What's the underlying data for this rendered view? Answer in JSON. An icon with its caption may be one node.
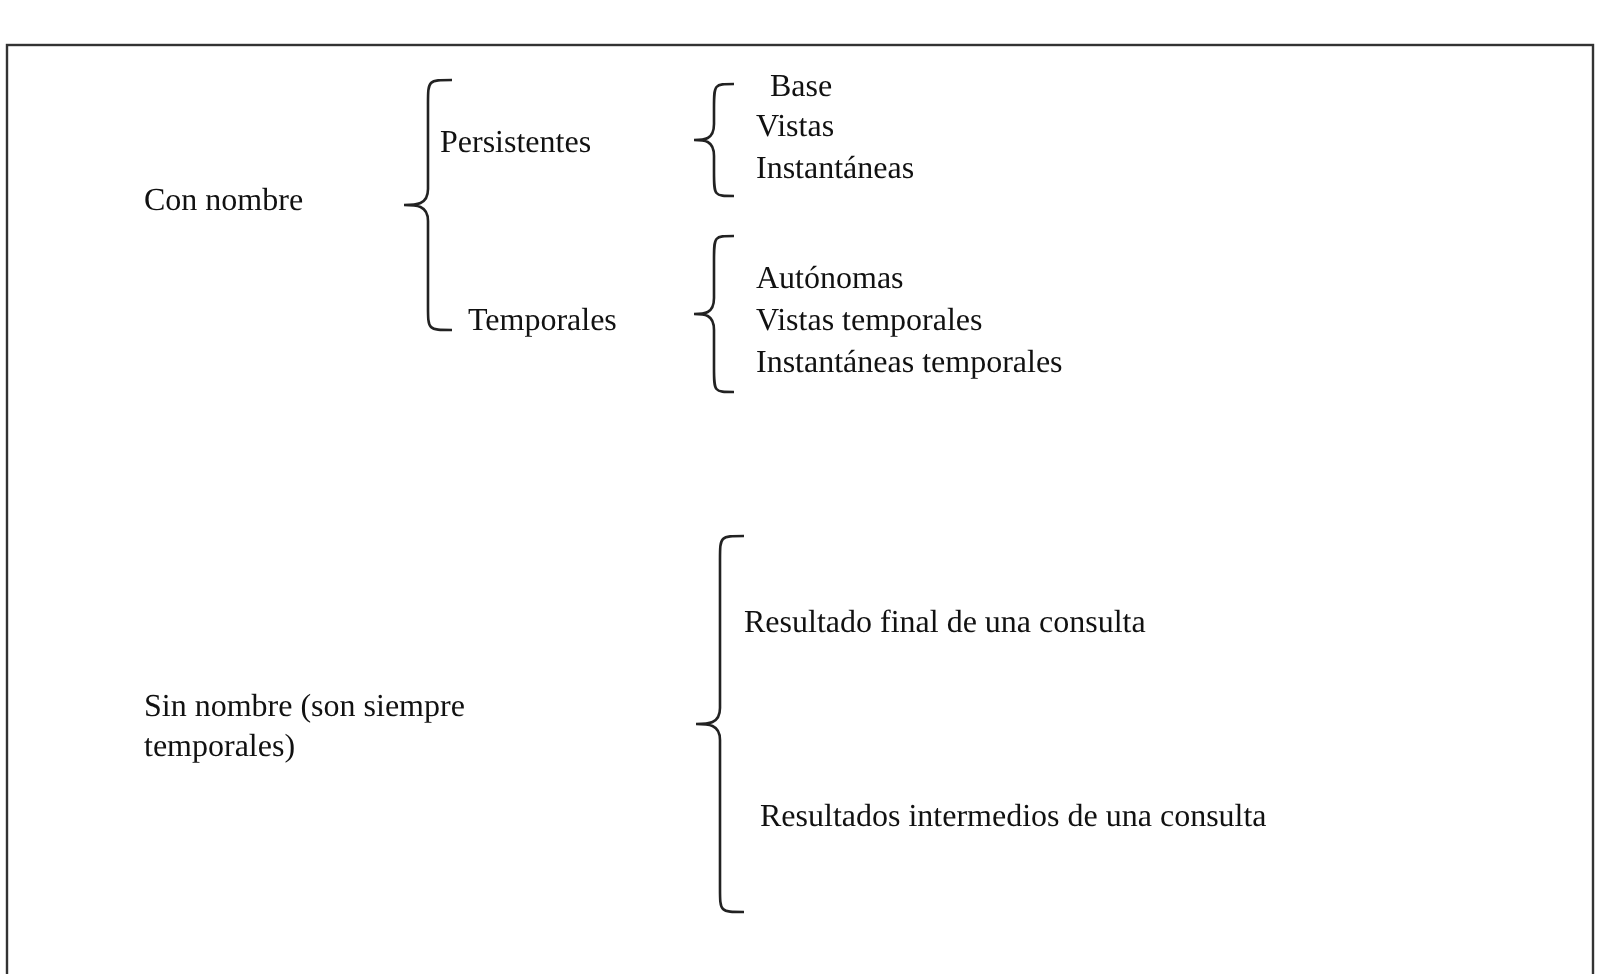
{
  "diagram": {
    "labels": [
      "Con nombre",
      "Persistentes",
      "Base",
      "Vistas",
      "Instantáneas",
      "Temporales",
      "Autónomas",
      "Vistas temporales",
      "Instantáneas temporales",
      "Sin nombre (son siempre temporales)",
      "Resultado final de una consulta",
      "Resultados intermedios de una consulta"
    ]
  }
}
